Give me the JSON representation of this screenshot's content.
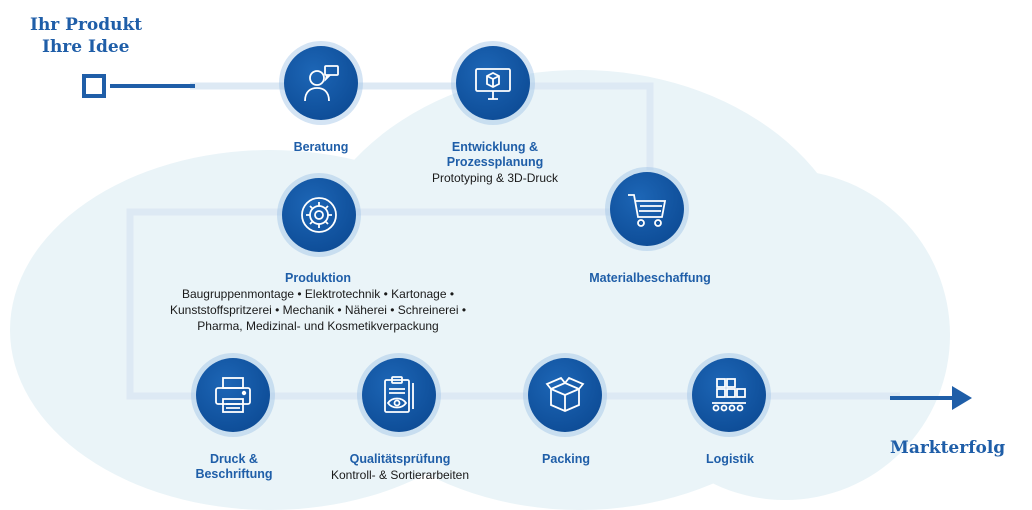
{
  "start": {
    "line1": "Ihr Produkt",
    "line2": "Ihre Idee"
  },
  "end": {
    "label": "Markterfolg"
  },
  "steps": {
    "beratung": {
      "title": "Beratung",
      "icon": "consultant-icon"
    },
    "entwicklung": {
      "title1": "Entwicklung &",
      "title2": "Prozessplanung",
      "sub": "Prototyping & 3D-Druck",
      "icon": "monitor-cube-icon"
    },
    "material": {
      "title": "Materialbeschaffung",
      "icon": "shopping-cart-icon"
    },
    "produktion": {
      "title": "Produktion",
      "sub1": "Baugruppenmontage • Elektrotechnik • Kartonage •",
      "sub2": "Kunststoffspritzerei • Mechanik • Näherei • Schreinerei •",
      "sub3": "Pharma, Medizinal- und Kosmetikverpackung",
      "icon": "gear-cycle-icon"
    },
    "druck": {
      "title1": "Druck &",
      "title2": "Beschriftung",
      "icon": "printer-icon"
    },
    "qualitaet": {
      "title": "Qualitätsprüfung",
      "sub": "Kontroll- & Sortierarbeiten",
      "icon": "clipboard-eye-icon"
    },
    "packing": {
      "title": "Packing",
      "icon": "package-icon"
    },
    "logistik": {
      "title": "Logistik",
      "icon": "conveyor-boxes-icon"
    }
  },
  "colors": {
    "brand": "#1f5ea8",
    "node": "#0f4f9a",
    "line": "#dbe8f3",
    "cloud": "#eaf4f8"
  }
}
